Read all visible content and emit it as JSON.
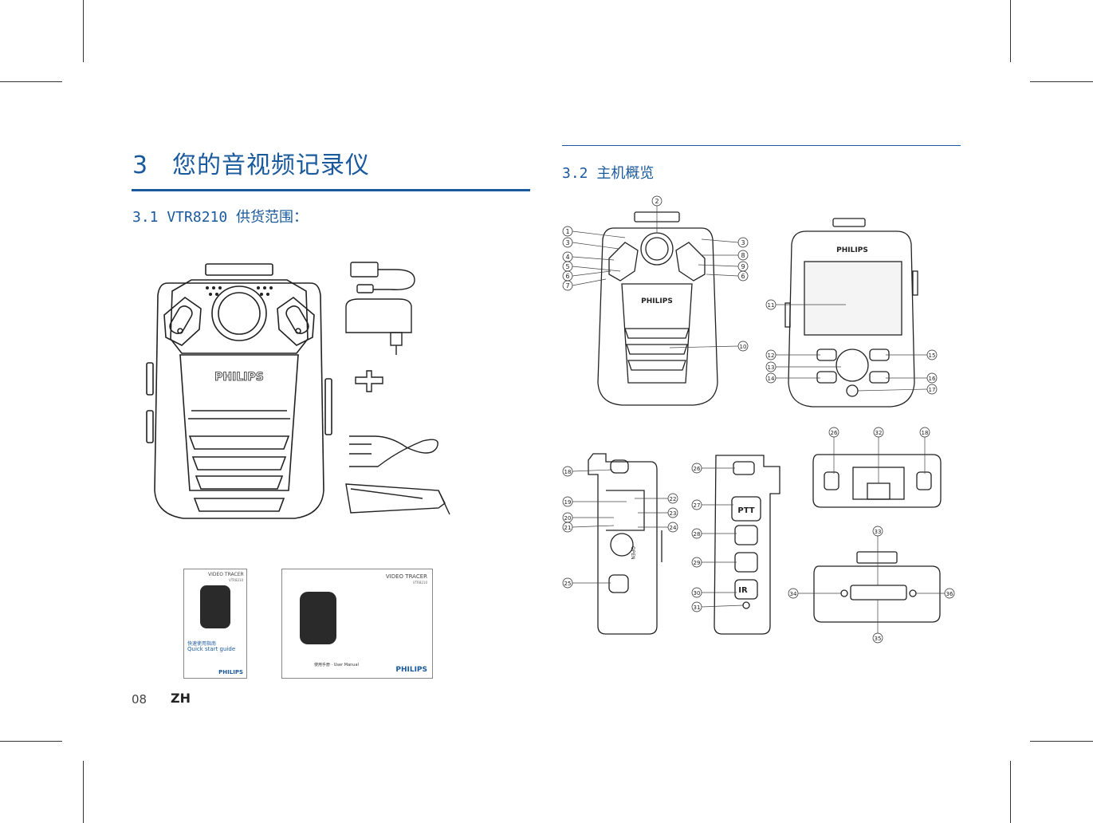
{
  "heading": {
    "number": "3",
    "text": "您的音视频记录仪"
  },
  "section_31": {
    "label": "3.1 VTR8210 供货范围："
  },
  "section_32": {
    "label": "3.2 主机概览"
  },
  "brand": "PHILIPS",
  "quick_guide": {
    "header": "VIDEO TRACER",
    "model": "VTR8210",
    "title_cn": "快速使用指南",
    "title_en": "Quick start guide",
    "brand": "PHILIPS"
  },
  "user_manual": {
    "header": "VIDEO TRACER",
    "model": "VTR8210",
    "brand": "PHILIPS",
    "title_cn": "使用手册 · User Manual"
  },
  "buttons": {
    "ptt": "PTT",
    "ir": "IR",
    "open": "OPEN"
  },
  "callouts": [
    "1",
    "2",
    "3",
    "4",
    "5",
    "6",
    "7",
    "8",
    "9",
    "10",
    "11",
    "12",
    "13",
    "14",
    "15",
    "16",
    "17",
    "18",
    "19",
    "20",
    "21",
    "22",
    "23",
    "24",
    "25",
    "26",
    "27",
    "28",
    "29",
    "30",
    "31",
    "32",
    "33",
    "34",
    "35",
    "36"
  ],
  "footer": {
    "page": "08",
    "lang": "ZH"
  },
  "colors": {
    "accent": "#1a5a9c",
    "line": "#222222"
  }
}
